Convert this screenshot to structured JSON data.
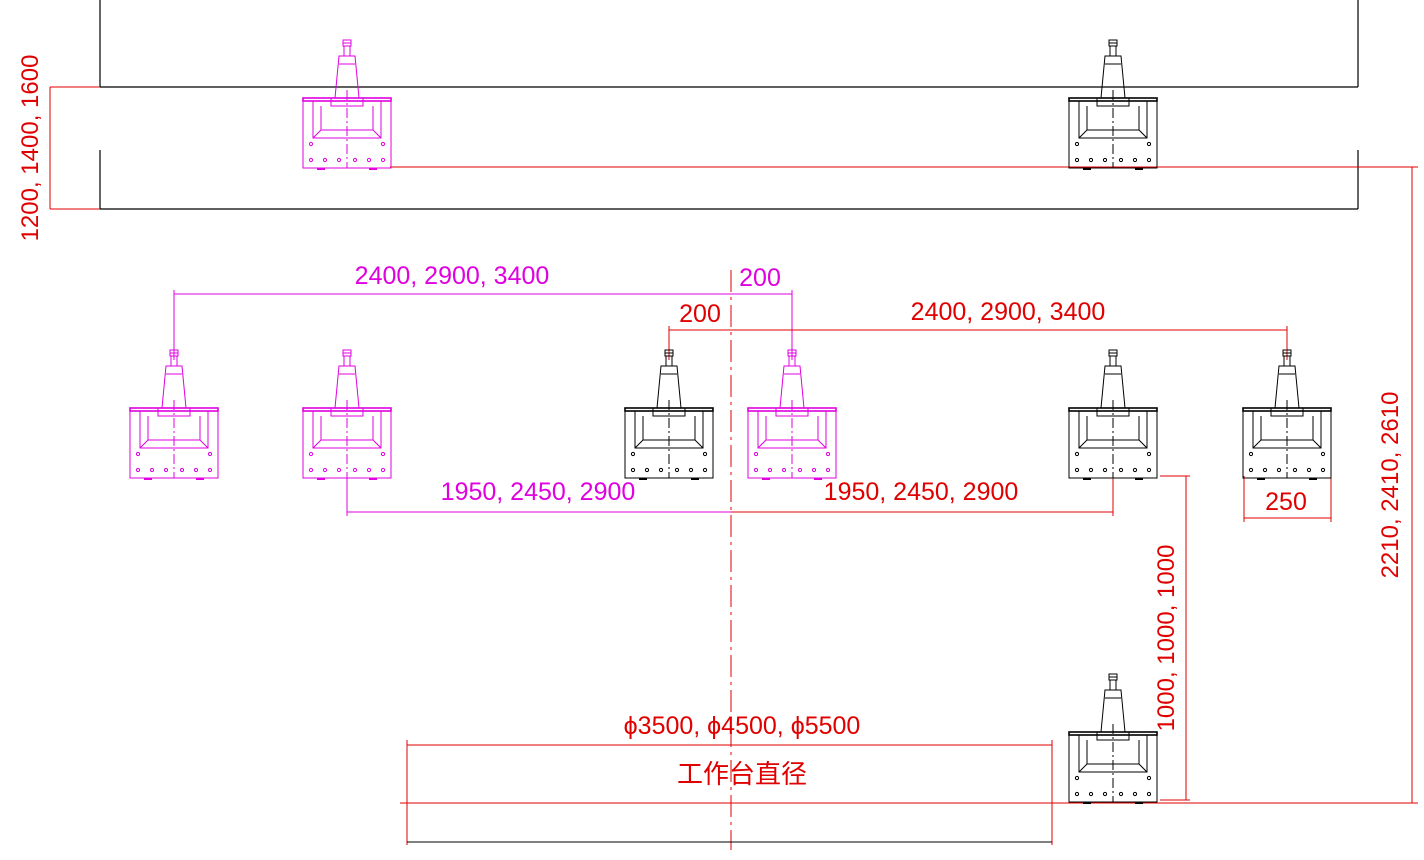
{
  "colors": {
    "red": "#e00000",
    "magenta": "#e000e0",
    "black": "#000000"
  },
  "dimensions": {
    "top_height": "1200, 1400, 1600",
    "top_left_span": "2400, 2900, 3400",
    "top_center": "200",
    "mid_center": "200",
    "top_right_span": "2400, 2900, 3400",
    "lower_left_span": "1950, 2450, 2900",
    "lower_right_span": "1950, 2450, 2900",
    "head_width": "250",
    "vertical_height": "1000, 1000, 1000",
    "total_height": "2210, 2410, 2610",
    "table_diameter": "ϕ3500, ϕ4500, ϕ5500"
  },
  "labels": {
    "table_label": "工作台直径"
  },
  "heads": [
    {
      "id": "top-left",
      "color": "magenta"
    },
    {
      "id": "top-right",
      "color": "black"
    },
    {
      "id": "mid-1",
      "color": "magenta"
    },
    {
      "id": "mid-2",
      "color": "magenta"
    },
    {
      "id": "mid-3",
      "color": "black"
    },
    {
      "id": "mid-4",
      "color": "magenta"
    },
    {
      "id": "mid-5",
      "color": "black"
    },
    {
      "id": "mid-6",
      "color": "black"
    },
    {
      "id": "bottom",
      "color": "black"
    }
  ]
}
